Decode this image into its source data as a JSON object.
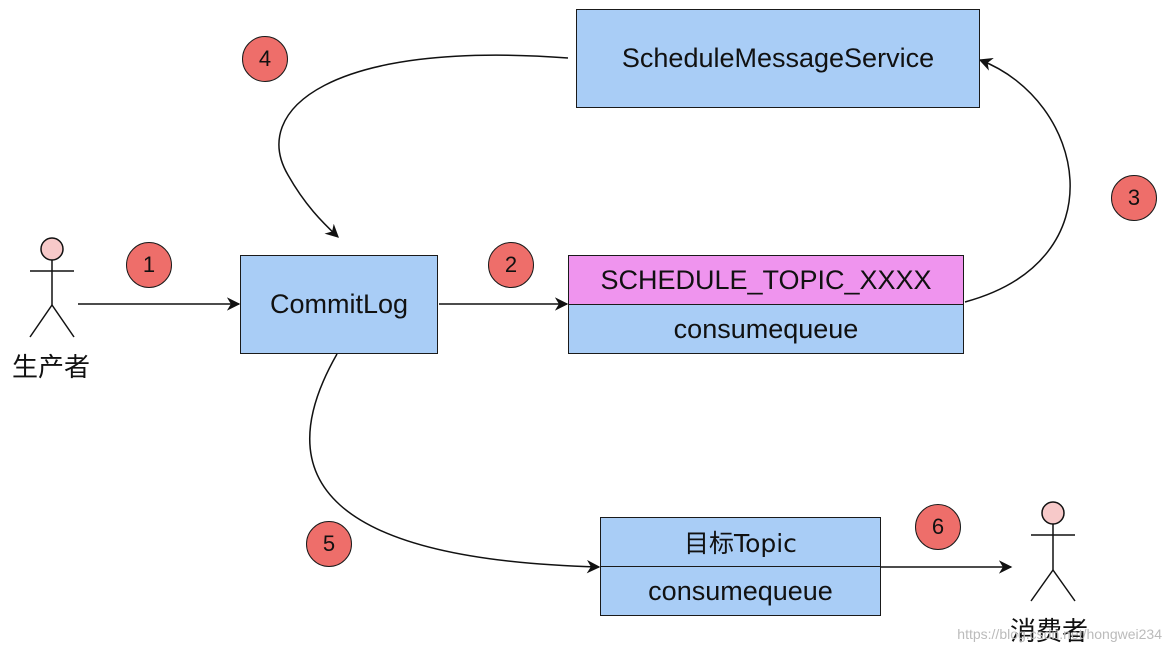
{
  "nodes": {
    "schedule_service": "ScheduleMessageService",
    "commitlog": "CommitLog",
    "schedule_topic": "SCHEDULE_TOPIC_XXXX",
    "schedule_consumequeue": "consumequeue",
    "target_topic": "目标Topic",
    "target_consumequeue": "consumequeue"
  },
  "actors": {
    "producer": "生产者",
    "consumer": "消费者"
  },
  "steps": [
    "1",
    "2",
    "3",
    "4",
    "5",
    "6"
  ],
  "watermark": "https://blog.csdn.net/hongwei234",
  "colors": {
    "box_fill": "#a9cdf6",
    "topic_fill": "#ef94ee",
    "badge_fill": "#ee6e6a",
    "actor_head": "#f7c9c9"
  }
}
